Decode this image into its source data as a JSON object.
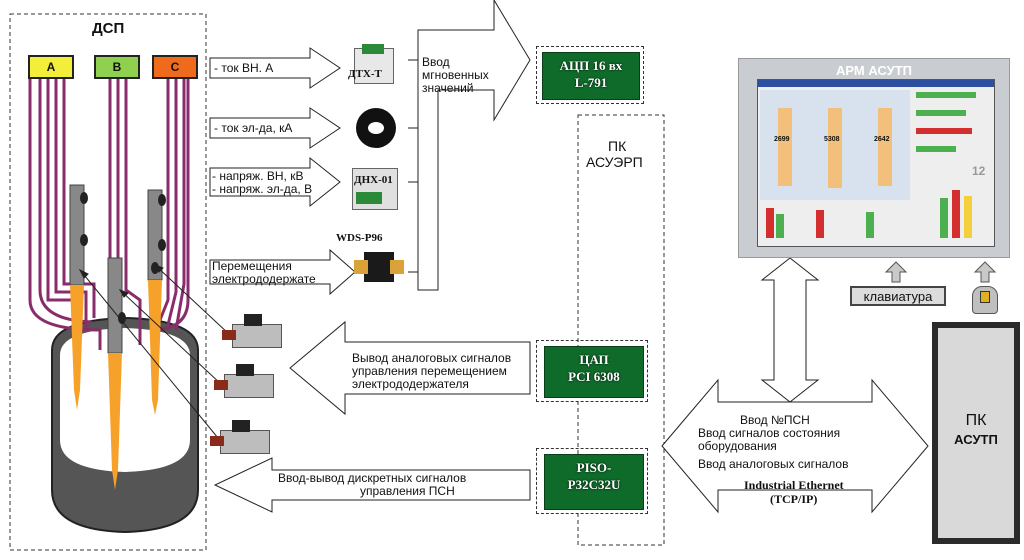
{
  "furnace": {
    "title": "ДСП",
    "phases": [
      {
        "label": "A",
        "color": "#f2ee3a"
      },
      {
        "label": "B",
        "color": "#8fd14f"
      },
      {
        "label": "C",
        "color": "#f06a1c"
      }
    ]
  },
  "sensors": {
    "current_hv": "- ток ВН. А",
    "current_electrode": "- ток эл-да, кА",
    "voltage_hv": "- напряж. ВН,  кВ",
    "voltage_electrode": "- напряж. эл-да, В",
    "movement_line1": "Перемещения",
    "movement_line2": "электрододержате"
  },
  "devices": {
    "dtx": "ДТХ-Т",
    "dnx": "ДНХ-01",
    "wds": "WDS-P96"
  },
  "input_instant": [
    "Ввод",
    "мгновенных",
    "значений"
  ],
  "pk_asuerp": [
    "ПК",
    "АСУЭРП"
  ],
  "boards": {
    "adc": [
      "АЦП 16 вх",
      "L-791"
    ],
    "dac": [
      "ЦАП",
      "PCI 6308"
    ],
    "piso": [
      "PISO-",
      "P32C32U"
    ]
  },
  "analog_output": [
    "Вывод аналоговых сигналов",
    "управления   перемещением",
    "электрододержателя"
  ],
  "discrete_io": [
    "Ввод-вывод дискретных сигналов",
    "управления ПСН"
  ],
  "arm": {
    "title": "АРМ  АСУТП",
    "screen_number": "12",
    "panel_values": [
      "2699",
      "5308",
      "2642"
    ]
  },
  "keyboard": "клавиатура",
  "network": {
    "lines": [
      "Ввод №ПСН",
      "Ввод сигналов состояния",
      "оборудования",
      "Ввод аналоговых сигналов"
    ],
    "protocol_line1": "Industrial Ethernet",
    "protocol_line2": "(TCP/IP)"
  },
  "pk_asutp": [
    "ПК",
    "АСУТП"
  ],
  "colors": {
    "cable": "#8a2c6b",
    "flame": "#f5a12a",
    "board_green": "#0f6b2a",
    "screen_bg": "#c9ccd0",
    "pk_dark": "#2b2b2b"
  }
}
